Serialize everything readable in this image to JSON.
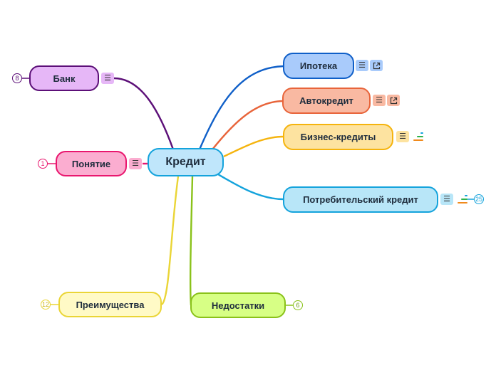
{
  "root": {
    "label": "Кредит"
  },
  "branches": {
    "ipoteka": {
      "label": "Ипотека",
      "color": "#0f5fc8",
      "fill": "#a9cbfb"
    },
    "autokredit": {
      "label": "Автокредит",
      "color": "#e8643a",
      "fill": "#f9b9a2"
    },
    "business": {
      "label": "Бизнес-кредиты",
      "color": "#f5b40e",
      "fill": "#fde3a0"
    },
    "consumer": {
      "label": "Потребительский кредит",
      "color": "#14a3dc",
      "fill": "#b8e6f8",
      "child_count": "25"
    },
    "bank": {
      "label": "Банк",
      "color": "#5c0f78",
      "fill": "#e6b7f7",
      "child_count": "8"
    },
    "concept": {
      "label": "Понятие",
      "color": "#e9166e",
      "fill": "#fbadd0",
      "child_count": "1"
    },
    "advantages": {
      "label": "Преимущества",
      "color": "#ead536",
      "fill": "#fffac6",
      "child_count": "12"
    },
    "disadvantages": {
      "label": "Недостатки",
      "color": "#8ac21a",
      "fill": "#d7ff85",
      "child_count": "6"
    }
  },
  "icons": {
    "note": "notes-icon",
    "link": "external-link-icon",
    "tasks": "task-progress-icon"
  }
}
